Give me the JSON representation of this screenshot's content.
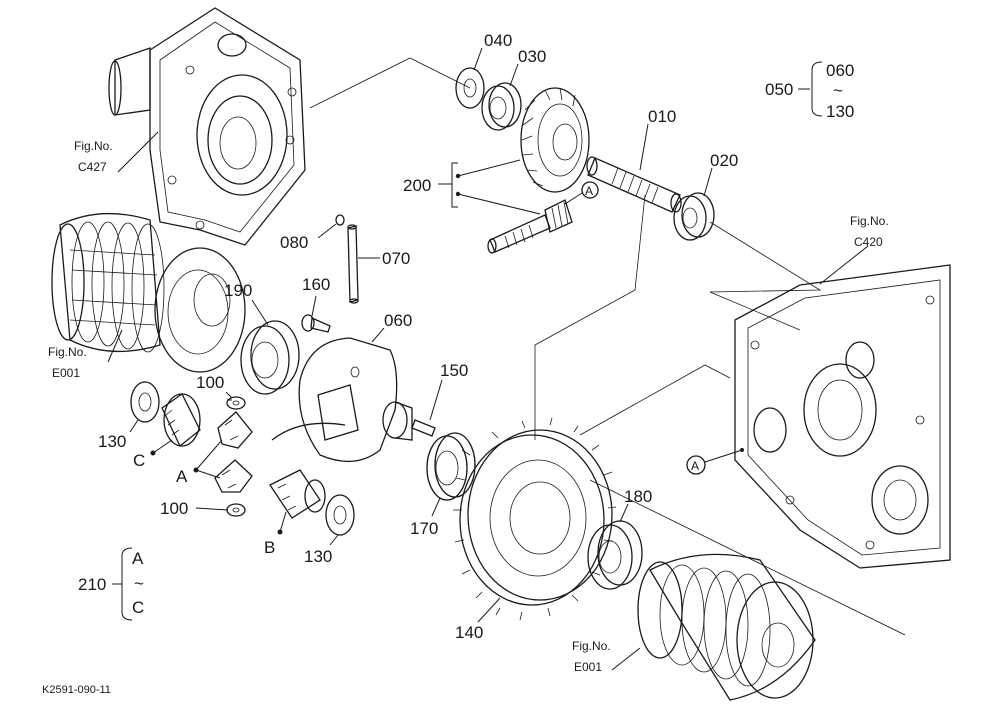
{
  "part_labels": {
    "p040": "040",
    "p030": "030",
    "p010": "010",
    "p020": "020",
    "p200": "200",
    "p080": "080",
    "p070": "070",
    "p160": "160",
    "p190": "190",
    "p060": "060",
    "p150": "150",
    "p100a": "100",
    "p100b": "100",
    "p130a": "130",
    "p130b": "130",
    "p170": "170",
    "p180": "180",
    "p140": "140",
    "p210": "210"
  },
  "group_050": {
    "label": "050",
    "from": "060",
    "tilde": "~",
    "to": "130"
  },
  "group_210": {
    "from": "A",
    "tilde": "~",
    "to": "C"
  },
  "markers": {
    "a_main": "A",
    "a_pinion": "A",
    "a_case": "A",
    "b": "B",
    "c": "C"
  },
  "fig_refs": {
    "c427_title": "Fig.No.",
    "c427_code": "C427",
    "c420_title": "Fig.No.",
    "c420_code": "C420",
    "e001a_title": "Fig.No.",
    "e001a_code": "E001",
    "e001b_title": "Fig.No.",
    "e001b_code": "E001"
  },
  "footer_code": "K2591-090-11"
}
